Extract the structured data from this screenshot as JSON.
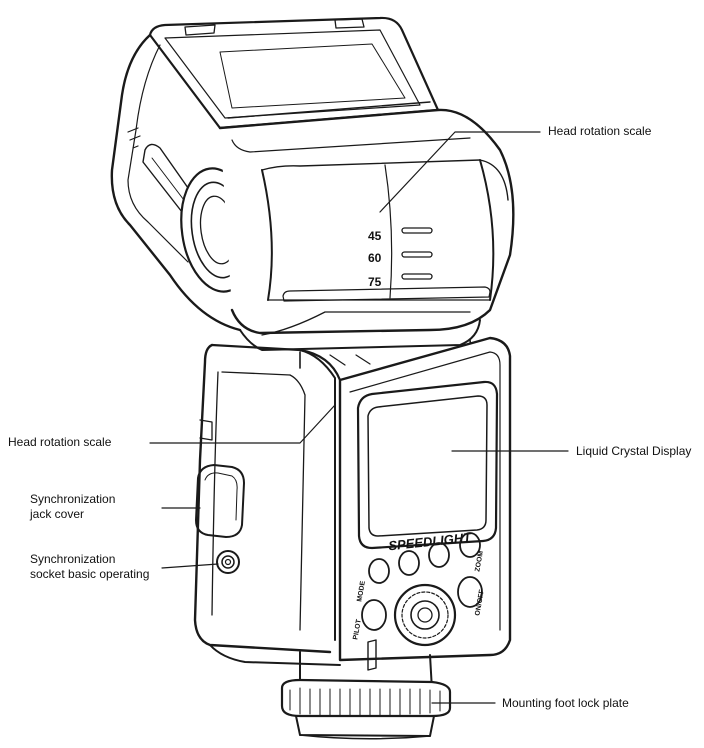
{
  "labels": {
    "head_rotation_scale_top": "Head rotation scale",
    "head_rotation_scale_left": "Head rotation scale",
    "liquid_crystal_display": "Liquid Crystal Display",
    "sync_jack_cover_line1": "Synchronization",
    "sync_jack_cover_line2": "jack cover",
    "sync_socket_line1": "Synchronization",
    "sync_socket_line2": "socket basic operating",
    "mounting_foot_lock_plate": "Mounting foot lock plate"
  },
  "device": {
    "brand_text": "SPEEDLIGHT",
    "scale_marks": [
      "45",
      "60",
      "75"
    ],
    "button_labels": {
      "mode": "MODE",
      "pilot": "PILOT",
      "zoom": "ZOOM",
      "onoff": "ON/OFF"
    }
  }
}
